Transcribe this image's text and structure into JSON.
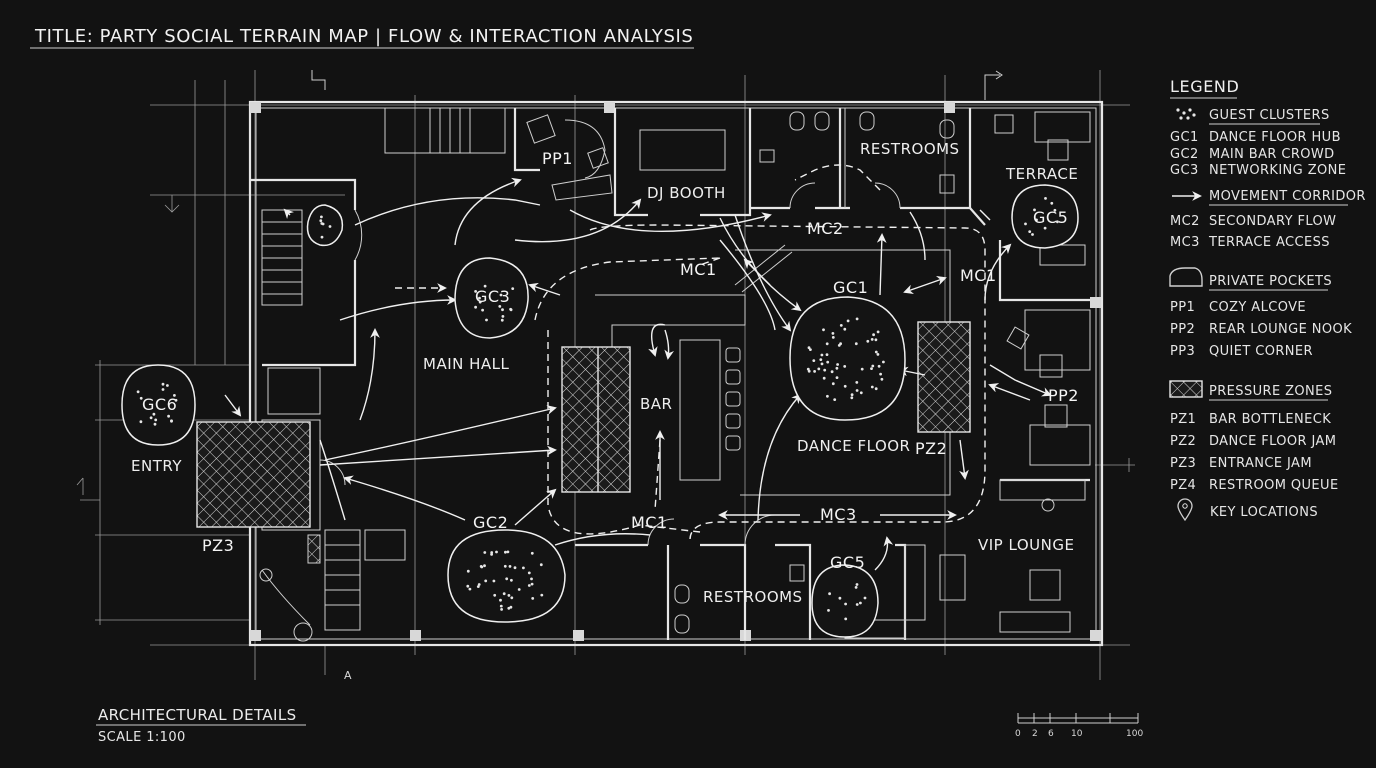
{
  "title": "TITLE: PARTY SOCIAL TERRAIN MAP | FLOW & INTERACTION ANALYSIS",
  "zones": {
    "main_hall": "MAIN HALL",
    "entry": "ENTRY",
    "bar": "BAR",
    "dj_booth": "DJ BOOTH",
    "restrooms_top": "RESTROOMS",
    "restrooms_bottom": "RESTROOMS",
    "terrace": "TERRACE",
    "dance_floor": "DANCE FLOOR",
    "vip_lounge": "VIP LOUNGE"
  },
  "clusters": {
    "gc1": "GC1",
    "gc2": "GC2",
    "gc3": "GC3",
    "gc5_terrace": "GC5",
    "gc5_bottom": "GC5",
    "gc6": "GC6"
  },
  "pockets": {
    "pp1": "PP1",
    "pp2": "PP2"
  },
  "pressure": {
    "pz2": "PZ2",
    "pz3": "PZ3"
  },
  "corridors": {
    "mc1_top": "MC1",
    "mc1_bottom": "MC1",
    "mc1_right": "MC1",
    "mc2": "MC2",
    "mc3": "MC3"
  },
  "legend": {
    "heading": "LEGEND",
    "guest_header": "GUEST CLUSTERS",
    "guest_items": [
      {
        "code": "GC1",
        "text": "DANCE FLOOR HUB"
      },
      {
        "code": "GC2",
        "text": "MAIN BAR CROWD"
      },
      {
        "code": "GC3",
        "text": "NETWORKING ZONE"
      }
    ],
    "movement_header": "MOVEMENT CORRIDOR",
    "movement_items": [
      {
        "code": "MC2",
        "text": "SECONDARY FLOW"
      },
      {
        "code": "MC3",
        "text": "TERRACE ACCESS"
      }
    ],
    "private_header": "PRIVATE POCKETS",
    "private_items": [
      {
        "code": "PP1",
        "text": "COZY ALCOVE"
      },
      {
        "code": "PP2",
        "text": "REAR LOUNGE NOOK"
      },
      {
        "code": "PP3",
        "text": "QUIET CORNER"
      }
    ],
    "pressure_header": "PRESSURE ZONES",
    "pressure_items": [
      {
        "code": "PZ1",
        "text": "BAR BOTTLENECK"
      },
      {
        "code": "PZ2",
        "text": "DANCE FLOOR JAM"
      },
      {
        "code": "PZ3",
        "text": "ENTRANCE JAM"
      },
      {
        "code": "PZ4",
        "text": "RESTROOM QUEUE"
      }
    ],
    "key_locations": "KEY LOCATIONS"
  },
  "details": {
    "heading": "ARCHITECTURAL DETAILS",
    "scale": "SCALE 1:100"
  },
  "section_marker": "A",
  "scale_bar": [
    "0",
    "2",
    "6",
    "10",
    "100"
  ]
}
